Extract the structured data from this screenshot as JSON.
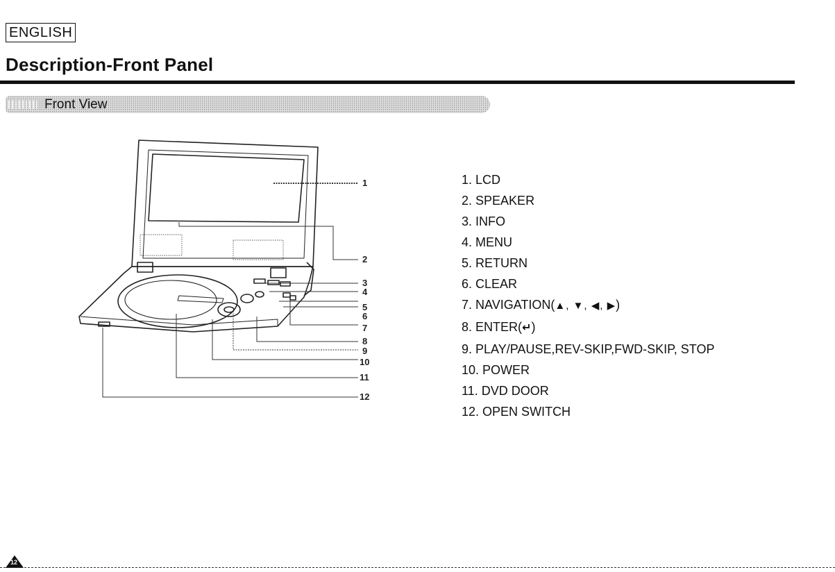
{
  "header": {
    "language": "ENGLISH",
    "title": "Description-Front Panel"
  },
  "section": {
    "label": "Front View"
  },
  "callouts": [
    "1",
    "2",
    "3",
    "4",
    "5",
    "6",
    "7",
    "8",
    "9",
    "10",
    "11",
    "12"
  ],
  "parts": [
    {
      "number": "1.",
      "label": "LCD"
    },
    {
      "number": "2.",
      "label": "SPEAKER"
    },
    {
      "number": "3.",
      "label": "INFO"
    },
    {
      "number": "4.",
      "label": "MENU"
    },
    {
      "number": "5.",
      "label": "RETURN"
    },
    {
      "number": "6.",
      "label": "CLEAR"
    },
    {
      "number": "7.",
      "label": "NAVIGATION(",
      "symbols": "▲, ▼, ◀, ▶",
      "suffix": ")"
    },
    {
      "number": "8.",
      "label": "ENTER(",
      "symbols": "↵",
      "suffix": ")"
    },
    {
      "number": "9.",
      "label": "PLAY/PAUSE,REV-SKIP,FWD-SKIP, STOP"
    },
    {
      "number": "10.",
      "label": "POWER"
    },
    {
      "number": "11.",
      "label": "DVD DOOR"
    },
    {
      "number": "12.",
      "label": "OPEN SWITCH"
    }
  ],
  "footer": {
    "page_number": "12"
  }
}
